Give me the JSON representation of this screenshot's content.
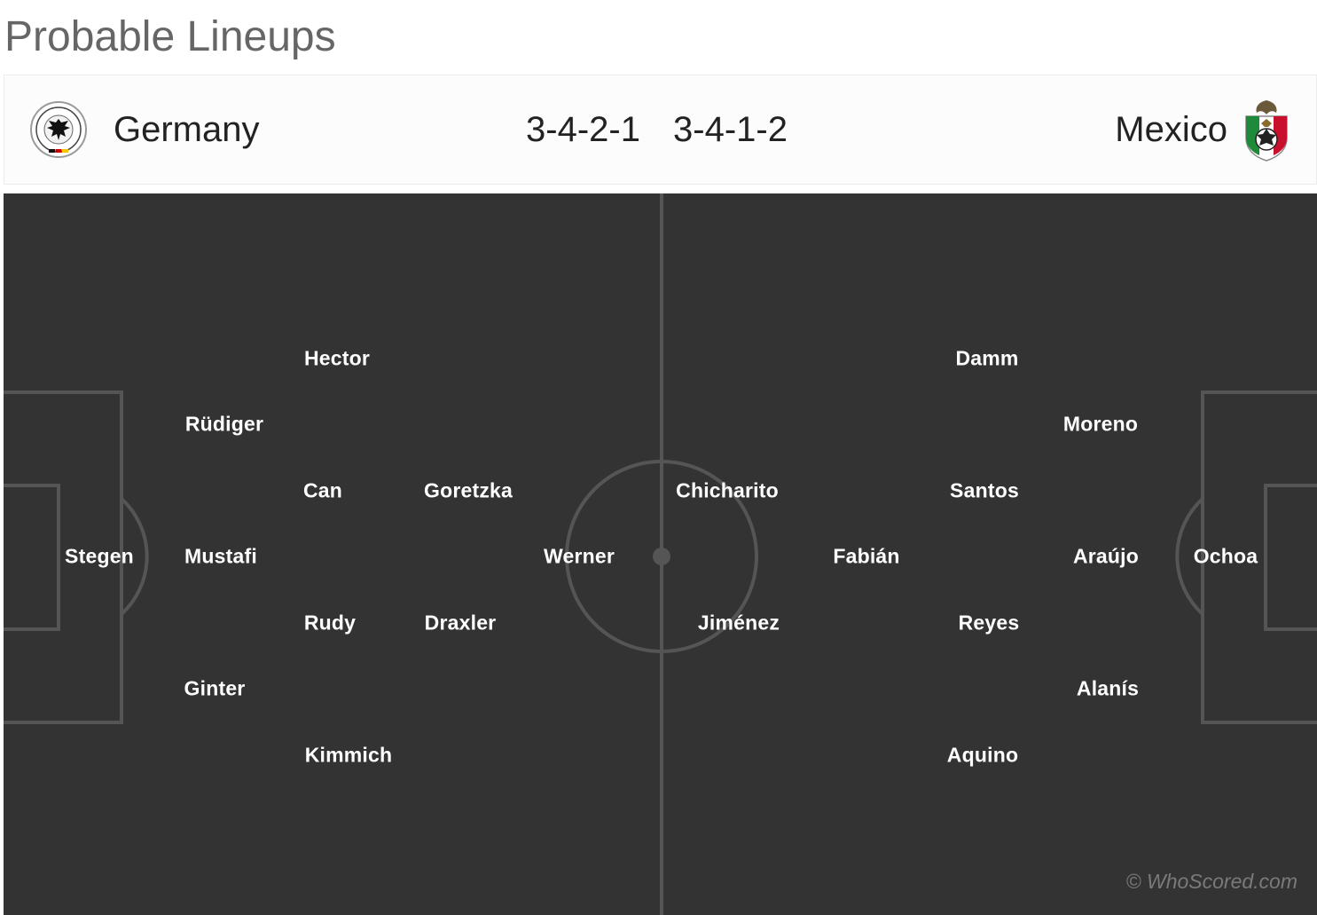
{
  "page": {
    "title": "Probable Lineups"
  },
  "match": {
    "home": {
      "name": "Germany",
      "formation": "3-4-2-1",
      "crest_icon": "germany-dfb-crest-icon"
    },
    "away": {
      "name": "Mexico",
      "formation": "3-4-1-2",
      "crest_icon": "mexico-fmf-crest-icon"
    }
  },
  "colors": {
    "pitch": "#333333",
    "pitch_lines": "#555555",
    "player_text": "#ffffff",
    "title_text": "#666666"
  },
  "home_players": [
    "Stegen",
    "Rüdiger",
    "Mustafi",
    "Ginter",
    "Hector",
    "Can",
    "Rudy",
    "Kimmich",
    "Goretzka",
    "Draxler",
    "Werner"
  ],
  "away_players": [
    "Ochoa",
    "Moreno",
    "Araújo",
    "Alanís",
    "Damm",
    "Santos",
    "Reyes",
    "Aquino",
    "Fabián",
    "Chicharito",
    "Jiménez"
  ],
  "watermark": "© WhoScored.com"
}
